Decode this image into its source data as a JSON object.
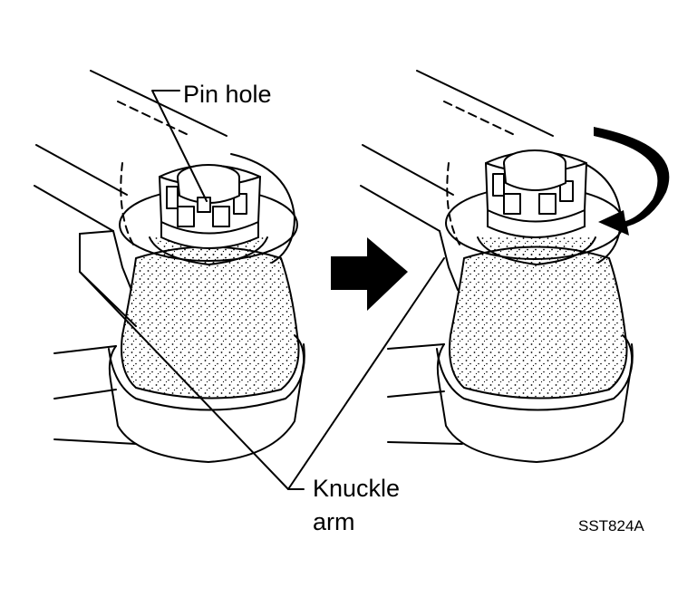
{
  "labels": {
    "pin_hole": "Pin hole",
    "knuckle_line1": "Knuckle",
    "knuckle_line2": "arm",
    "figure_code": "SST824A"
  },
  "colors": {
    "ink": "#000000",
    "paper": "#ffffff",
    "stipple": "#000000"
  },
  "icons": {
    "step_arrow": "right-arrow-icon",
    "rotation_arrow": "clockwise-arrow-icon"
  }
}
